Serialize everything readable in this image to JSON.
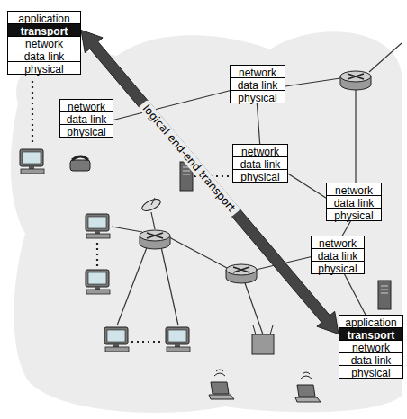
{
  "diagram": {
    "nodes": [
      {
        "text": [
          "application"
        ]
      },
      {
        "text": [
          "transport"
        ]
      },
      {
        "text": [
          "network"
        ]
      },
      {
        "text": [
          "data link"
        ]
      },
      {
        "text": [
          "physical"
        ]
      },
      {
        "text": [
          "network"
        ]
      },
      {
        "text": [
          "data link"
        ]
      },
      {
        "text": [
          "physical"
        ]
      },
      {
        "text": [
          "network"
        ]
      },
      {
        "text": [
          "data link"
        ]
      },
      {
        "text": [
          "physical"
        ]
      },
      {
        "text": [
          "network"
        ]
      },
      {
        "text": [
          "data link"
        ]
      },
      {
        "text": [
          "physical"
        ]
      },
      {
        "text": [
          "network"
        ]
      },
      {
        "text": [
          "data link"
        ]
      },
      {
        "text": [
          "physical"
        ]
      },
      {
        "text": [
          "network"
        ]
      },
      {
        "text": [
          "data link"
        ]
      },
      {
        "text": [
          "physical"
        ]
      },
      {
        "text": [
          "application"
        ]
      },
      {
        "text": [
          "transport"
        ]
      },
      {
        "text": [
          "network"
        ]
      },
      {
        "text": [
          "data link"
        ]
      },
      {
        "text": [
          "physical"
        ]
      }
    ],
    "edges": [
      {
        "from": 1,
        "to": 21,
        "arrow": "both",
        "label": "logical end-end transport"
      }
    ]
  }
}
